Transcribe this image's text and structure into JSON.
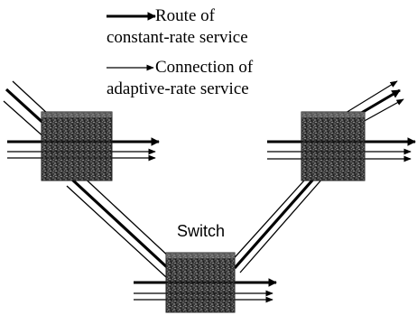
{
  "legend": {
    "thick": {
      "line1": "Route of",
      "line2": "constant-rate service"
    },
    "thin": {
      "line1": "Connection of",
      "line2": "adaptive-rate service"
    }
  },
  "switch_label": "Switch"
}
